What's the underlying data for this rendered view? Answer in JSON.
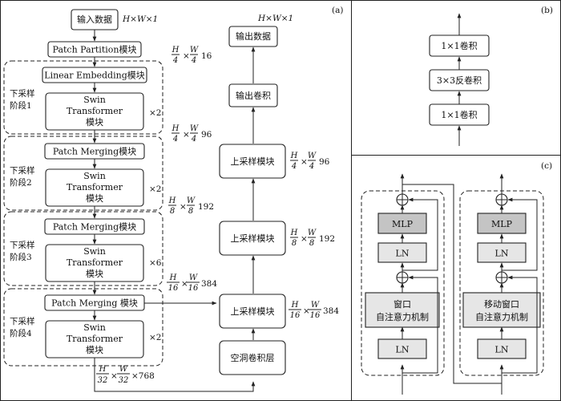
{
  "panel_a": {
    "label": "(a)",
    "input_label": "输入数据",
    "input_dim": "H×W×1",
    "patch_partition": "Patch Partition模块",
    "linear_embedding": "Linear Embedding模块",
    "patch_merging": "Patch Merging模块",
    "patch_merging_4": "Patch Merging 模块",
    "swin_l1": "Swin",
    "swin_l2": "Transformer",
    "swin_l3": "模块",
    "stages": [
      {
        "line1": "下采样",
        "line2": "阶段1",
        "repeat": "×2"
      },
      {
        "line1": "下采样",
        "line2": "阶段2",
        "repeat": "×2"
      },
      {
        "line1": "下采样",
        "line2": "阶段3",
        "repeat": "×6"
      },
      {
        "line1": "下采样",
        "line2": "阶段4",
        "repeat": "×2"
      }
    ],
    "dims": [
      {
        "h": "H/4",
        "w": "W/4",
        "c": "16"
      },
      {
        "h": "H/4",
        "w": "W/4",
        "c": "96"
      },
      {
        "h": "H/8",
        "w": "W/8",
        "c": "192"
      },
      {
        "h": "H/16",
        "w": "W/16",
        "c": "384"
      },
      {
        "h": "H/32",
        "w": "W/32",
        "c": "×768"
      },
      {
        "h": "H/4",
        "w": "W/4",
        "c": "96"
      },
      {
        "h": "H/8",
        "w": "W/8",
        "c": "192"
      },
      {
        "h": "H/16",
        "w": "W/16",
        "c": "384"
      }
    ],
    "output_dim": "H×W×1",
    "output_label": "输出数据",
    "output_conv": "输出卷积",
    "upsample": "上采样模块",
    "dilated_conv": "空洞卷积层"
  },
  "panel_b": {
    "label": "(b)",
    "conv1": "1×1卷积",
    "deconv": "3×3反卷积"
  },
  "panel_c": {
    "label": "(c)",
    "ln": "LN",
    "mlp": "MLP",
    "window_attn_l1": "窗口",
    "window_attn_l2": "自注意力机制",
    "shifted_attn_l1": "移动窗口",
    "shifted_attn_l2": "自注意力机制"
  }
}
